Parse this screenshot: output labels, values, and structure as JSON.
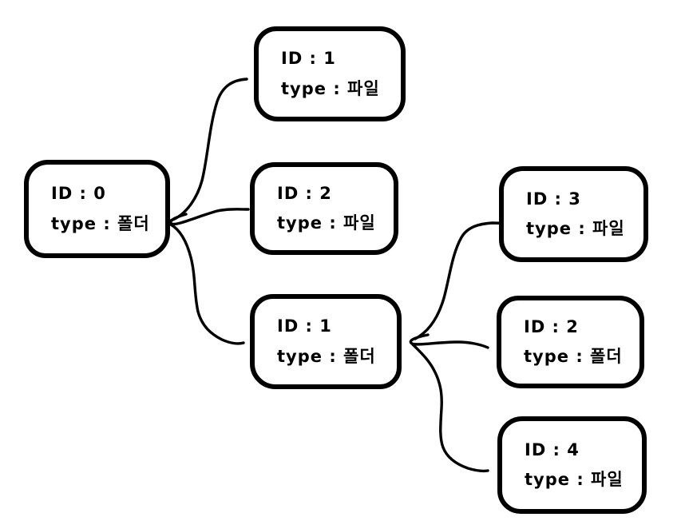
{
  "diagram": {
    "description": "Hand-drawn tree diagram of a file system: a root folder with two files and a subfolder; the subfolder contains two files and a folder.",
    "ink_color": "#000000",
    "background_color": "#ffffff",
    "nodes": [
      {
        "key": "root-folder-0",
        "id_label": "ID : 0",
        "type_label": "type : 폴더"
      },
      {
        "key": "child-file-1",
        "id_label": "ID : 1",
        "type_label": "type : 파일"
      },
      {
        "key": "child-file-2",
        "id_label": "ID : 2",
        "type_label": "type : 파일"
      },
      {
        "key": "child-folder-1",
        "id_label": "ID : 1",
        "type_label": "type : 폴더"
      },
      {
        "key": "grandchild-file-3",
        "id_label": "ID : 3",
        "type_label": "type : 파일"
      },
      {
        "key": "grandchild-folder-2",
        "id_label": "ID : 2",
        "type_label": "type : 폴더"
      },
      {
        "key": "grandchild-file-4",
        "id_label": "ID : 4",
        "type_label": "type : 파일"
      }
    ],
    "edges": [
      {
        "from": "root-folder-0",
        "to": "child-file-1"
      },
      {
        "from": "root-folder-0",
        "to": "child-file-2"
      },
      {
        "from": "root-folder-0",
        "to": "child-folder-1"
      },
      {
        "from": "child-folder-1",
        "to": "grandchild-file-3"
      },
      {
        "from": "child-folder-1",
        "to": "grandchild-folder-2"
      },
      {
        "from": "child-folder-1",
        "to": "grandchild-file-4"
      }
    ]
  }
}
